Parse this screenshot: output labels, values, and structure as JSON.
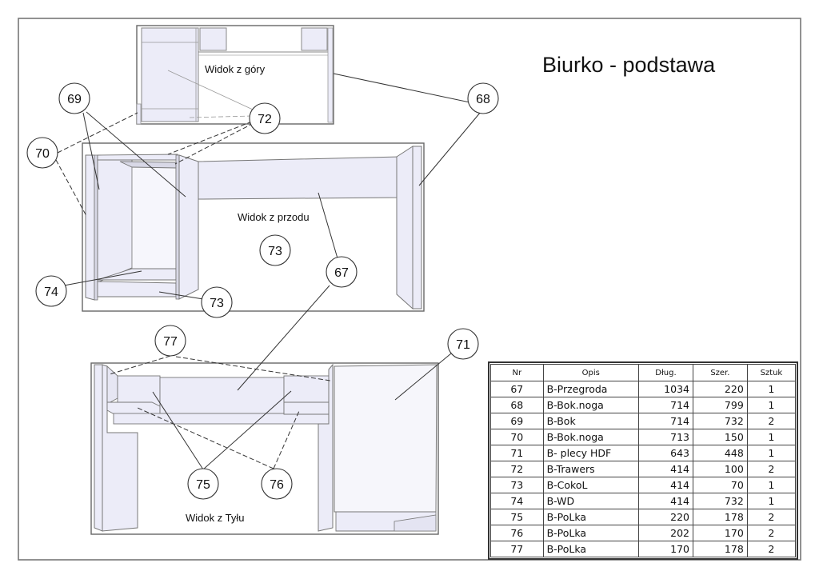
{
  "title": "Biurko - podstawa",
  "colors": {
    "panel_fill": "#ececf8",
    "panel_fill_light": "#f3f3fb",
    "line": "#555555",
    "frame": "#777777"
  },
  "views": {
    "top": "Widok z góry",
    "front": "Widok z przodu",
    "back": "Widok z Tyłu"
  },
  "callouts": {
    "c67": "67",
    "c68": "68",
    "c69": "69",
    "c70": "70",
    "c71": "71",
    "c72": "72",
    "c73a": "73",
    "c73b": "73",
    "c74": "74",
    "c75": "75",
    "c76": "76",
    "c77": "77"
  },
  "table": {
    "headers": [
      "Nr",
      "Opis",
      "Dług.",
      "Szer.",
      "Sztuk"
    ],
    "rows": [
      [
        "67",
        "B-Przegroda",
        "1034",
        "220",
        "1"
      ],
      [
        "68",
        "B-Bok.noga",
        "714",
        "799",
        "1"
      ],
      [
        "69",
        "B-Bok",
        "714",
        "732",
        "2"
      ],
      [
        "70",
        "B-Bok.noga",
        "713",
        "150",
        "1"
      ],
      [
        "71",
        "B- plecy HDF",
        "643",
        "448",
        "1"
      ],
      [
        "72",
        "B-Trawers",
        "414",
        "100",
        "2"
      ],
      [
        "73",
        "B-CokoL",
        "414",
        "70",
        "1"
      ],
      [
        "74",
        "B-WD",
        "414",
        "732",
        "1"
      ],
      [
        "75",
        "B-PoLka",
        "220",
        "178",
        "2"
      ],
      [
        "76",
        "B-PoLka",
        "202",
        "170",
        "2"
      ],
      [
        "77",
        "B-PoLka",
        "170",
        "178",
        "2"
      ]
    ]
  }
}
